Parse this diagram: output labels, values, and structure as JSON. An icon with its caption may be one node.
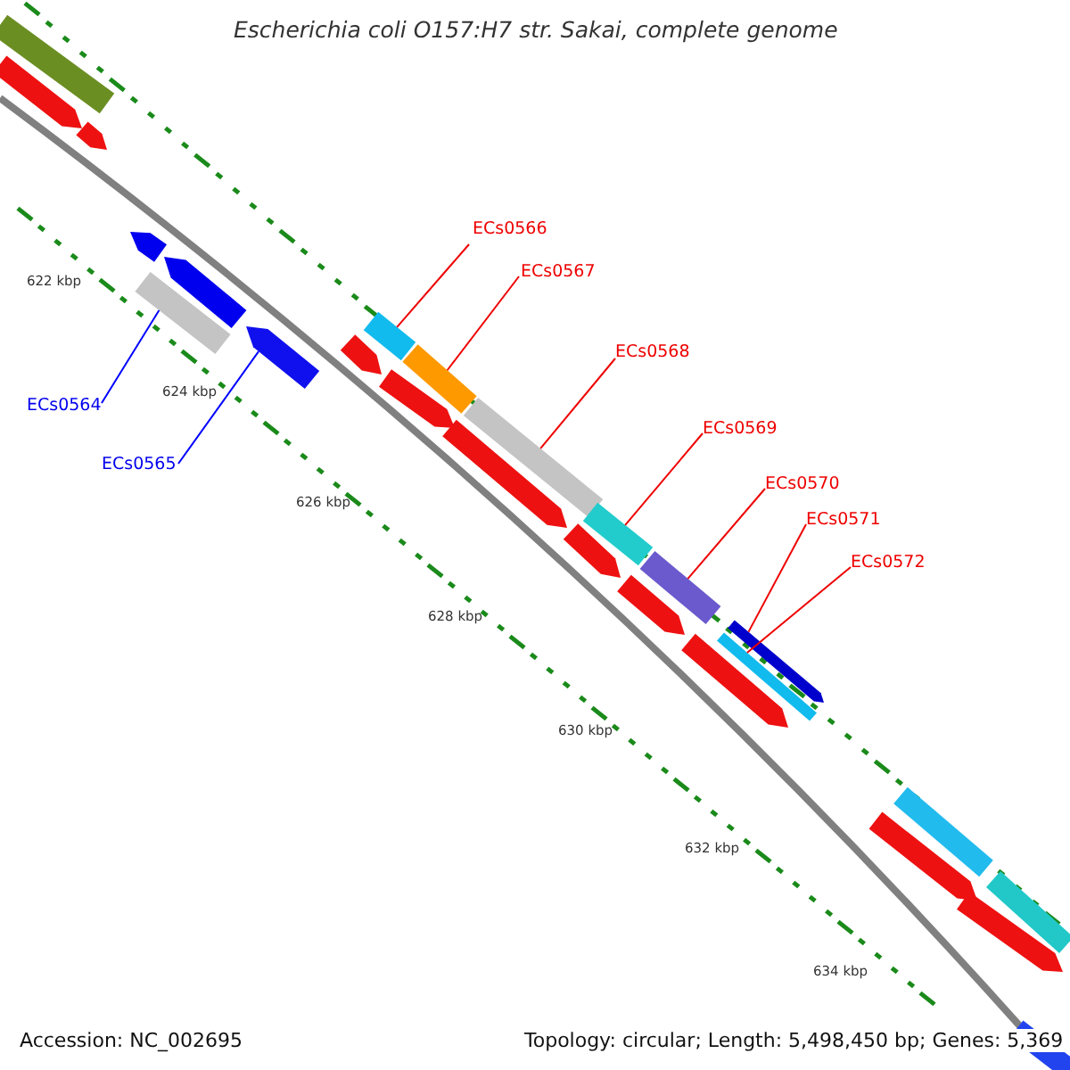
{
  "diagram": {
    "title": "Escherichia coli O157:H7 str. Sakai, complete genome",
    "nodes": [
      {
        "text": [
          "ECs0564"
        ]
      },
      {
        "text": [
          "ECs0565"
        ]
      },
      {
        "text": [
          "ECs0566"
        ]
      },
      {
        "text": [
          "ECs0567"
        ]
      },
      {
        "text": [
          "ECs0568"
        ]
      },
      {
        "text": [
          "ECs0569"
        ]
      },
      {
        "text": [
          "ECs0570"
        ]
      },
      {
        "text": [
          "ECs0571"
        ]
      },
      {
        "text": [
          "ECs0572"
        ]
      },
      {
        "text": [],
        "shape": "bar"
      },
      {
        "text": [],
        "shape": "bar"
      },
      {
        "text": [],
        "shape": "bar"
      },
      {
        "text": [],
        "shape": "bar"
      },
      {
        "text": [],
        "shape": "bar"
      },
      {
        "text": [],
        "shape": "bar"
      },
      {
        "text": [],
        "shape": "bar"
      },
      {
        "text": [],
        "shape": "bar"
      },
      {
        "text": [],
        "shape": "bar"
      }
    ],
    "edges": [
      {
        "from": 0,
        "to": 9,
        "arrow": "none",
        "color": "#0000ff"
      },
      {
        "from": 1,
        "to": 10,
        "arrow": "none",
        "color": "#0000ff"
      },
      {
        "from": 2,
        "to": 11,
        "arrow": "none"
      },
      {
        "from": 3,
        "to": 12,
        "arrow": "none"
      },
      {
        "from": 4,
        "to": 13,
        "arrow": "none"
      },
      {
        "from": 5,
        "to": 14,
        "arrow": "none"
      },
      {
        "from": 6,
        "to": 15,
        "arrow": "none"
      },
      {
        "from": 7,
        "to": 16,
        "arrow": "none"
      },
      {
        "from": 8,
        "to": 17,
        "arrow": "none"
      }
    ],
    "labels": [
      "622 kbp",
      "624 kbp",
      "626 kbp",
      "628 kbp",
      "630 kbp",
      "632 kbp",
      "634 kbp",
      "Accession: NC_002695",
      "Topology: circular; Length: 5,498,450 bp; Genes: 5,369"
    ]
  }
}
